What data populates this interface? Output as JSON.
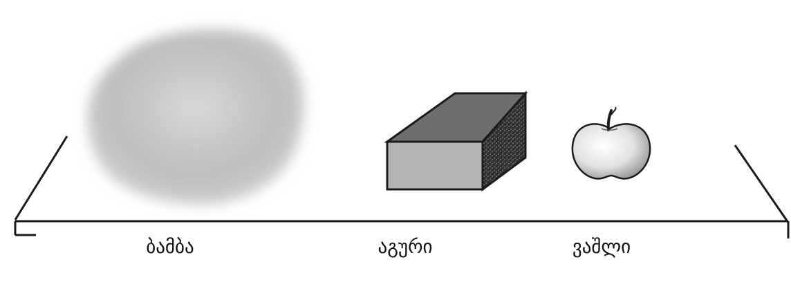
{
  "objects": [
    {
      "id": "cotton",
      "label": "ბამბა",
      "icon": "cotton-ball-icon"
    },
    {
      "id": "brick",
      "label": "აგური",
      "icon": "brick-icon"
    },
    {
      "id": "apple",
      "label": "ვაშლი",
      "icon": "apple-icon"
    }
  ],
  "colors": {
    "line": "#1a1a1a",
    "cotton": "#c9c9c9",
    "brick_top": "#6e6e6e",
    "brick_front": "#b3b3b3",
    "brick_side": "#3a3a3a",
    "apple": "#e6e6e6"
  }
}
